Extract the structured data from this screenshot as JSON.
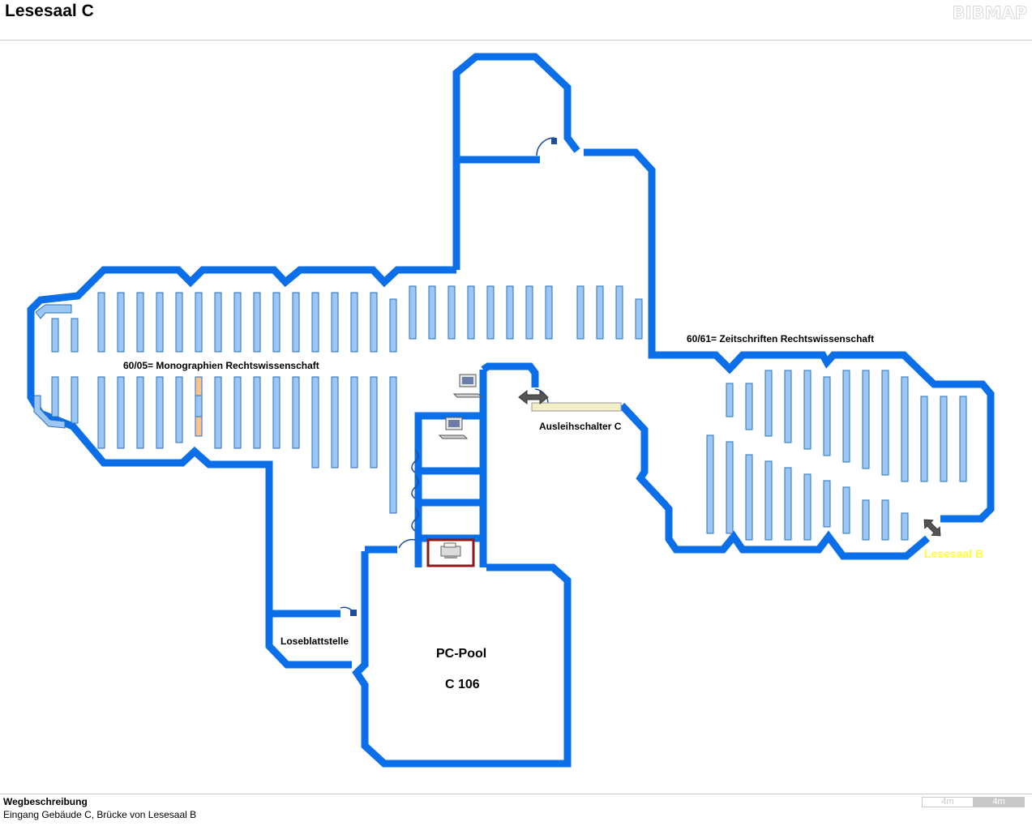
{
  "header": {
    "title": "Lesesaal C",
    "brand": "BIBMAP"
  },
  "map": {
    "labels": {
      "monographien": "60/05= Monographien Rechtswissenschaft",
      "zeitschriften": "60/61= Zeitschriften Rechtswissenschaft",
      "ausleihschalter": "Ausleihschalter C",
      "loseblattstelle": "Loseblattstelle",
      "pc_pool": "PC-Pool",
      "room": "C 106",
      "lesesaal_b": "Lesesaal B"
    },
    "icons": [
      "computer-icon",
      "printer-icon",
      "double-arrow-icon",
      "door-icon"
    ],
    "colors": {
      "wall": "#0a6fe8",
      "shelf": "#9cc7f2",
      "shelf_border": "#2a6fc0",
      "highlight_shelf": "#f7c38e",
      "counter": "#f3efc6",
      "printer_frame": "#8a1a1a",
      "arrow": "#555555",
      "link_label": "#ffff33"
    }
  },
  "footer": {
    "title": "Wegbeschreibung",
    "text": "Eingang Gebäude C, Brücke von Lesesaal B",
    "scale_left": "4m",
    "scale_right": "4m"
  }
}
